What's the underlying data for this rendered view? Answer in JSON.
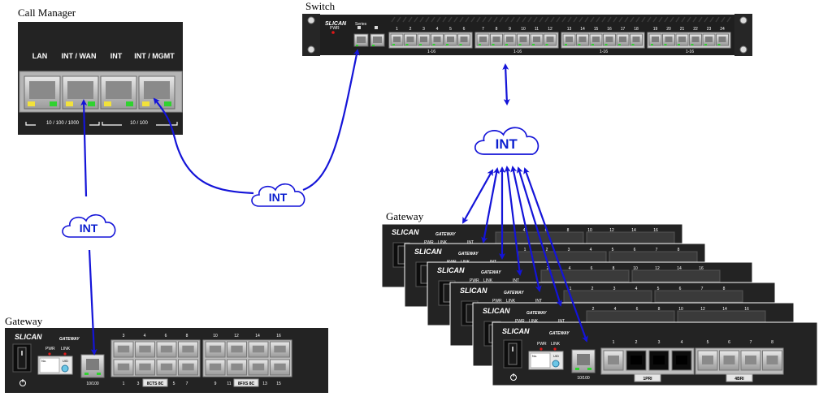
{
  "captions": {
    "call_manager": "Call Manager",
    "switch": "Switch",
    "gateway_stack": "Gateway",
    "gateway_single": "Gateway"
  },
  "call_manager": {
    "port_labels": [
      "LAN",
      "INT / WAN",
      "INT",
      "INT / MGMT"
    ],
    "speed_left": "10 / 100 / 1000",
    "speed_right": "10 / 100"
  },
  "clouds": {
    "left": "INT",
    "middle": "INT",
    "right": "INT"
  },
  "device": {
    "brand": "SLICAN",
    "gateway_word": "GATEWAY",
    "pwr": "PWR",
    "link": "LINK",
    "int": "INT",
    "no": "No.",
    "uid": "UID",
    "uplink_speed": "10/100"
  },
  "gateway_single": {
    "top_numbers": [
      "3",
      "4",
      "6",
      "8",
      "10",
      "12",
      "14",
      "16"
    ],
    "bottom_numbers": [
      "1",
      "3",
      "5",
      "7",
      "9",
      "11",
      "13",
      "15"
    ],
    "group_left": "8CTS 8C",
    "group_right": "8FXS 8C"
  },
  "gateway_front": {
    "numbers": [
      "1",
      "2",
      "3",
      "4",
      "5",
      "6",
      "7",
      "8"
    ],
    "group_left": "1PRI",
    "group_right": "4BRI"
  },
  "gateway_stack_numbers": {
    "row1": [
      "2",
      "4",
      "6",
      "8",
      "10",
      "12",
      "14",
      "16"
    ],
    "row2": [
      "1",
      "2",
      "3",
      "4",
      "5",
      "6",
      "7",
      "8"
    ],
    "row3": [
      "2",
      "4",
      "6",
      "8",
      "10",
      "12",
      "14",
      "16"
    ],
    "row4": [
      "1",
      "2",
      "3",
      "4",
      "5",
      "6",
      "7",
      "8"
    ]
  },
  "switch": {
    "brand": "SLICAN",
    "series": "Series",
    "pwr": "PWR",
    "port_numbers": [
      "1",
      "2",
      "3",
      "4",
      "5",
      "6",
      "7",
      "8",
      "9",
      "10",
      "11",
      "12",
      "13",
      "14",
      "15",
      "16",
      "17",
      "18",
      "19",
      "20",
      "21",
      "22",
      "23",
      "24"
    ],
    "group_labels": [
      "1-16",
      "1-16",
      "1-16",
      "1-16"
    ]
  },
  "colors": {
    "arrow": "#1414d8",
    "device_body": "#232323",
    "port_frame": "#c8c8c8",
    "led_green": "#2fd22f",
    "led_yellow": "#f2e23a",
    "led_red": "#e01818"
  }
}
